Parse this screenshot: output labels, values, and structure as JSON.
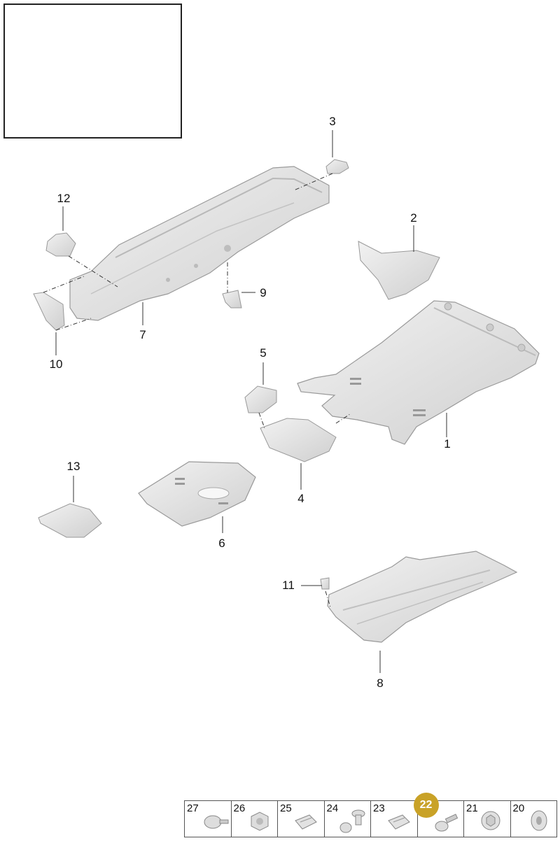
{
  "callouts": {
    "c1": "1",
    "c2": "2",
    "c3": "3",
    "c4": "4",
    "c5": "5",
    "c6": "6",
    "c7": "7",
    "c8": "8",
    "c9": "9",
    "c10": "10",
    "c11": "11",
    "c12": "12",
    "c13": "13"
  },
  "fasteners": [
    {
      "label": "27",
      "highlighted": false,
      "icon": "screw-icon"
    },
    {
      "label": "26",
      "highlighted": false,
      "icon": "nut-icon"
    },
    {
      "label": "25",
      "highlighted": false,
      "icon": "clip-icon"
    },
    {
      "label": "24",
      "highlighted": false,
      "icon": "rivet-icon"
    },
    {
      "label": "23",
      "highlighted": false,
      "icon": "clip-icon"
    },
    {
      "label": "22",
      "highlighted": true,
      "icon": "bolt-icon"
    },
    {
      "label": "21",
      "highlighted": false,
      "icon": "washer-nut-icon"
    },
    {
      "label": "20",
      "highlighted": false,
      "icon": "washer-icon"
    }
  ],
  "colors": {
    "part_fill": "#e6e6e6",
    "part_stroke": "#9a9a9a",
    "highlight": "#c9a227",
    "car_body": "#8c8c8c"
  }
}
